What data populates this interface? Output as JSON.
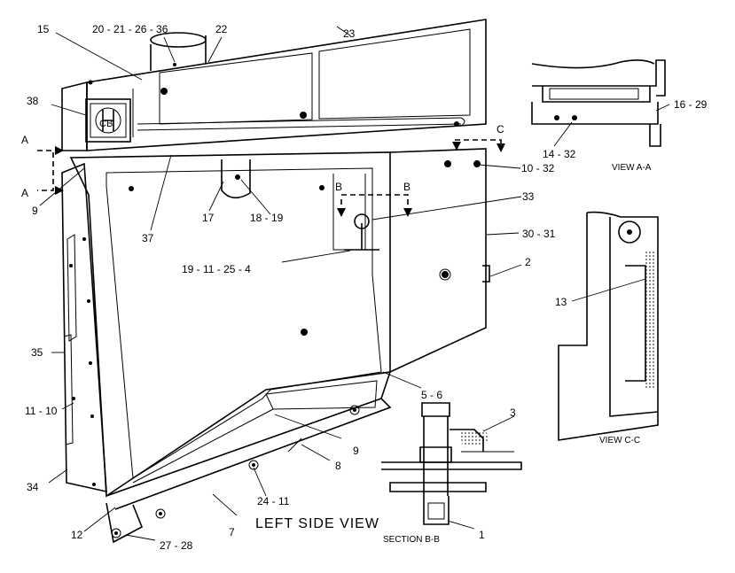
{
  "view_titles": {
    "left_side": "LEFT SIDE VIEW",
    "view_aa": "VIEW  A-A",
    "view_cc": "VIEW  C-C",
    "section_bb": "SECTION  B-B"
  },
  "section_markers": {
    "a_top": "A",
    "a_bottom": "A",
    "b_left": "B",
    "b_right": "B",
    "c": "C"
  },
  "callouts": {
    "c1": "1",
    "c2": "2",
    "c3": "3",
    "c5_6": "5 - 6",
    "c7": "7",
    "c8": "8",
    "c9_left": "9",
    "c9_mid": "9",
    "c10_32": "10 - 32",
    "c11_10": "11 - 10",
    "c12": "12",
    "c13": "13",
    "c14_32": "14 - 32",
    "c15": "15",
    "c16_29": "16 - 29",
    "c17": "17",
    "c18_19": "18 - 19",
    "c19_11_25_4": "19 - 11 - 25  - 4",
    "c20_21_26_36": "20  - 21 - 26  - 36",
    "c22": "22",
    "c23": "23",
    "c24_11": "24  - 11",
    "c27_28": "27  - 28",
    "c30_31": "30  - 31",
    "c33": "33",
    "c34": "34",
    "c35": "35",
    "c37": "37",
    "c38": "38"
  },
  "logo_letters": "CB"
}
